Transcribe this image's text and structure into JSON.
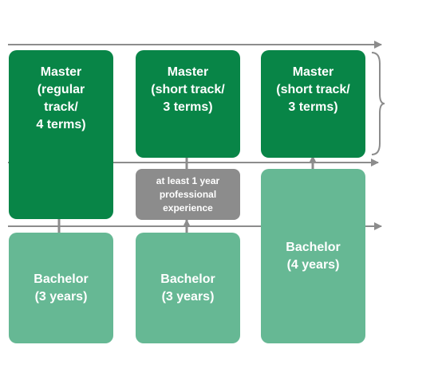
{
  "colors": {
    "master": "#088547",
    "bachelor": "#66b894",
    "experience": "#8c8c8c",
    "line": "#8c8c8c"
  },
  "columns": [
    {
      "master_label": "Master\n(regular\ntrack/\n4 terms)",
      "bachelor_label": "Bachelor\n(3 years)"
    },
    {
      "master_label": "Master\n(short track/\n3 terms)",
      "experience_label": "at least 1 year\nprofessional\nexperience",
      "bachelor_label": "Bachelor\n(3 years)"
    },
    {
      "master_label": "Master\n(short track/\n3 terms)",
      "bachelor_label": "Bachelor\n(4 years)"
    }
  ]
}
